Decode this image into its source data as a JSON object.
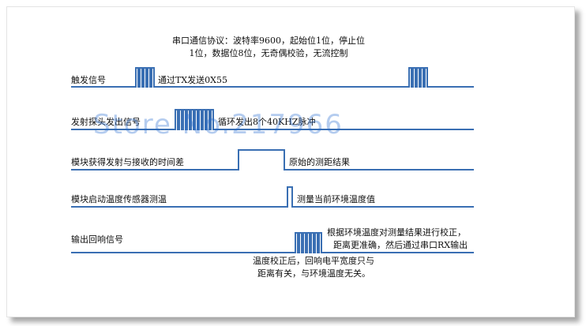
{
  "header": {
    "line1": "串口通信协议：波特率9600，起始位1位，停止位",
    "line2": "1位，数据位8位，无奇偶校验，无流控制"
  },
  "signals": [
    {
      "label": "触发信号",
      "note": "通过TX发送0X55"
    },
    {
      "label": "发射探头发出信号",
      "note": "循环发出8个40KHZ脉冲"
    },
    {
      "label": "模块获得发射与接收的时间差",
      "note": "原始的测距结果"
    },
    {
      "label": "模块启动温度传感器测温",
      "note": "测量当前环境温度值"
    },
    {
      "label": "输出回响信号",
      "note_line1": "根据环境温度对测量结果进行校正，",
      "note_line2": "距离更准确，然后通过串口RX输出"
    }
  ],
  "footer": {
    "line1": "温度校正后，回响电平宽度只与",
    "line2": "距离有关，与环境温度无关。"
  },
  "watermark": "Store No.217966",
  "colors": {
    "wave": "#3a6fb3",
    "text": "#111111",
    "watermark": "#286ed2"
  }
}
